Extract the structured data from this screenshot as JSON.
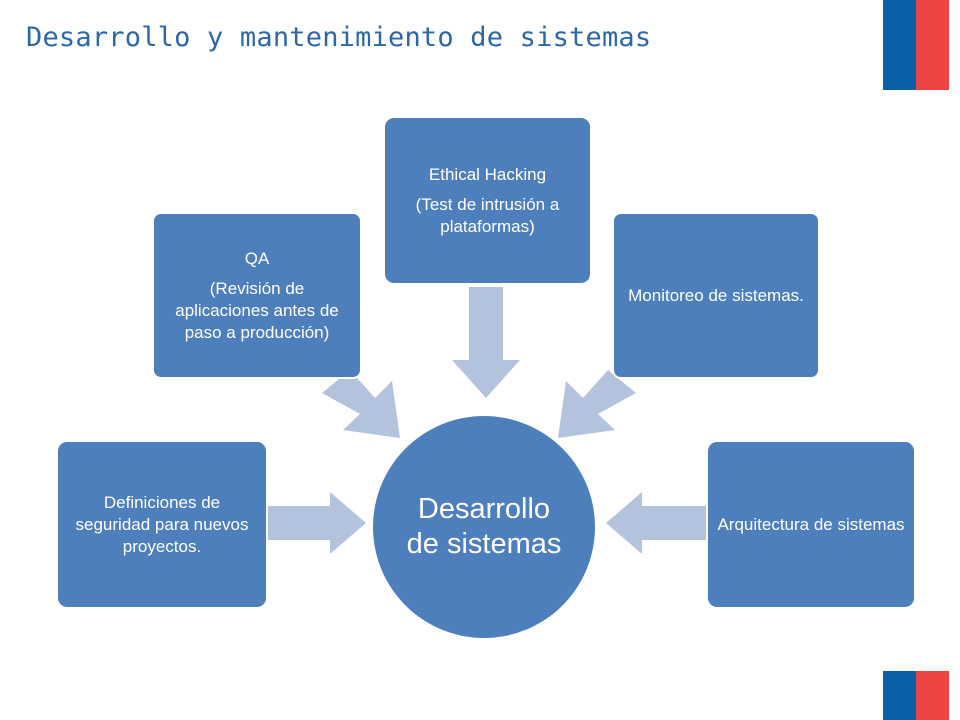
{
  "page": {
    "title": "Desarrollo y mantenimiento de sistemas"
  },
  "colors": {
    "title": "#2b68a8",
    "node_fill": "#4e7fbd",
    "arrow_fill": "#b4c3dd",
    "flag_blue": "#0b5ea8",
    "flag_red": "#ef4444"
  },
  "diagram": {
    "center": "Desarrollo de sistemas",
    "nodes": {
      "definiciones": "Definiciones de seguridad para nuevos proyectos.",
      "qa_title": "QA",
      "qa_detail": "(Revisión de aplicaciones antes de paso a producción)",
      "ethical_title": "Ethical Hacking",
      "ethical_detail": "(Test de intrusión a plataformas)",
      "monitoreo": "Monitoreo de sistemas.",
      "arquitectura": "Arquitectura de sistemas"
    }
  }
}
